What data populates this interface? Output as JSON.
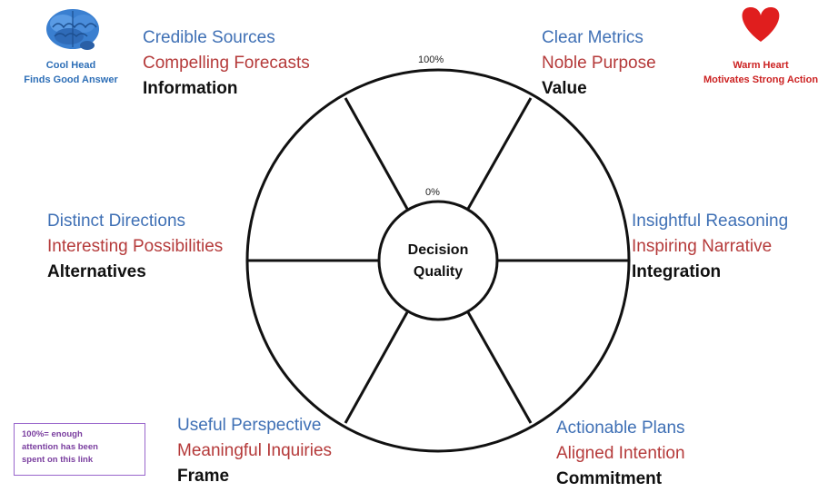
{
  "center": {
    "label": "Decision\nQuality"
  },
  "scale": {
    "max_label": "100%",
    "min_label": "0%"
  },
  "segments": [
    {
      "key": "information",
      "lines": [
        "Credible Sources",
        "Compelling Forecasts",
        "Information"
      ]
    },
    {
      "key": "value",
      "lines": [
        "Clear Metrics",
        "Noble Purpose",
        "Value"
      ]
    },
    {
      "key": "alternatives",
      "lines": [
        "Distinct Directions",
        "Interesting Possibilities",
        "Alternatives"
      ]
    },
    {
      "key": "integration",
      "lines": [
        "Insightful Reasoning",
        "Inspiring Narrative",
        "Integration"
      ]
    },
    {
      "key": "frame",
      "lines": [
        "Useful Perspective",
        "Meaningful Inquiries",
        "Frame"
      ]
    },
    {
      "key": "commitment",
      "lines": [
        "Actionable Plans",
        "Aligned Intention",
        "Commitment"
      ]
    }
  ],
  "head": {
    "icon": "brain-icon",
    "lines": [
      "Cool Head",
      "Finds Good Answer"
    ],
    "color": "#2e6fb7"
  },
  "heart": {
    "icon": "heart-icon",
    "lines": [
      "Warm Heart",
      "Motivates Strong Action"
    ],
    "color": "#cc2222"
  },
  "note": {
    "text": "100%= enough\nattention has been\nspent on this link"
  },
  "colors": {
    "blue": "#3f70b5",
    "red": "#b53a3a",
    "black": "#111111",
    "note_border": "#9966cc"
  }
}
